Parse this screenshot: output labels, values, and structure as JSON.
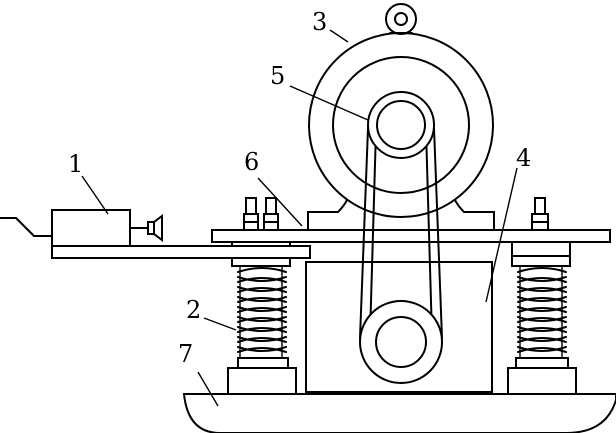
{
  "diagram": {
    "labels": {
      "l1": "1",
      "l2": "2",
      "l3": "3",
      "l4": "4",
      "l5": "5",
      "l6": "6",
      "l7": "7"
    },
    "colors": {
      "stroke": "#000000",
      "background": "#ffffff"
    },
    "icons": {
      "speaker": "speaker-icon",
      "lifting_eye": "lifting-eye-icon"
    }
  }
}
